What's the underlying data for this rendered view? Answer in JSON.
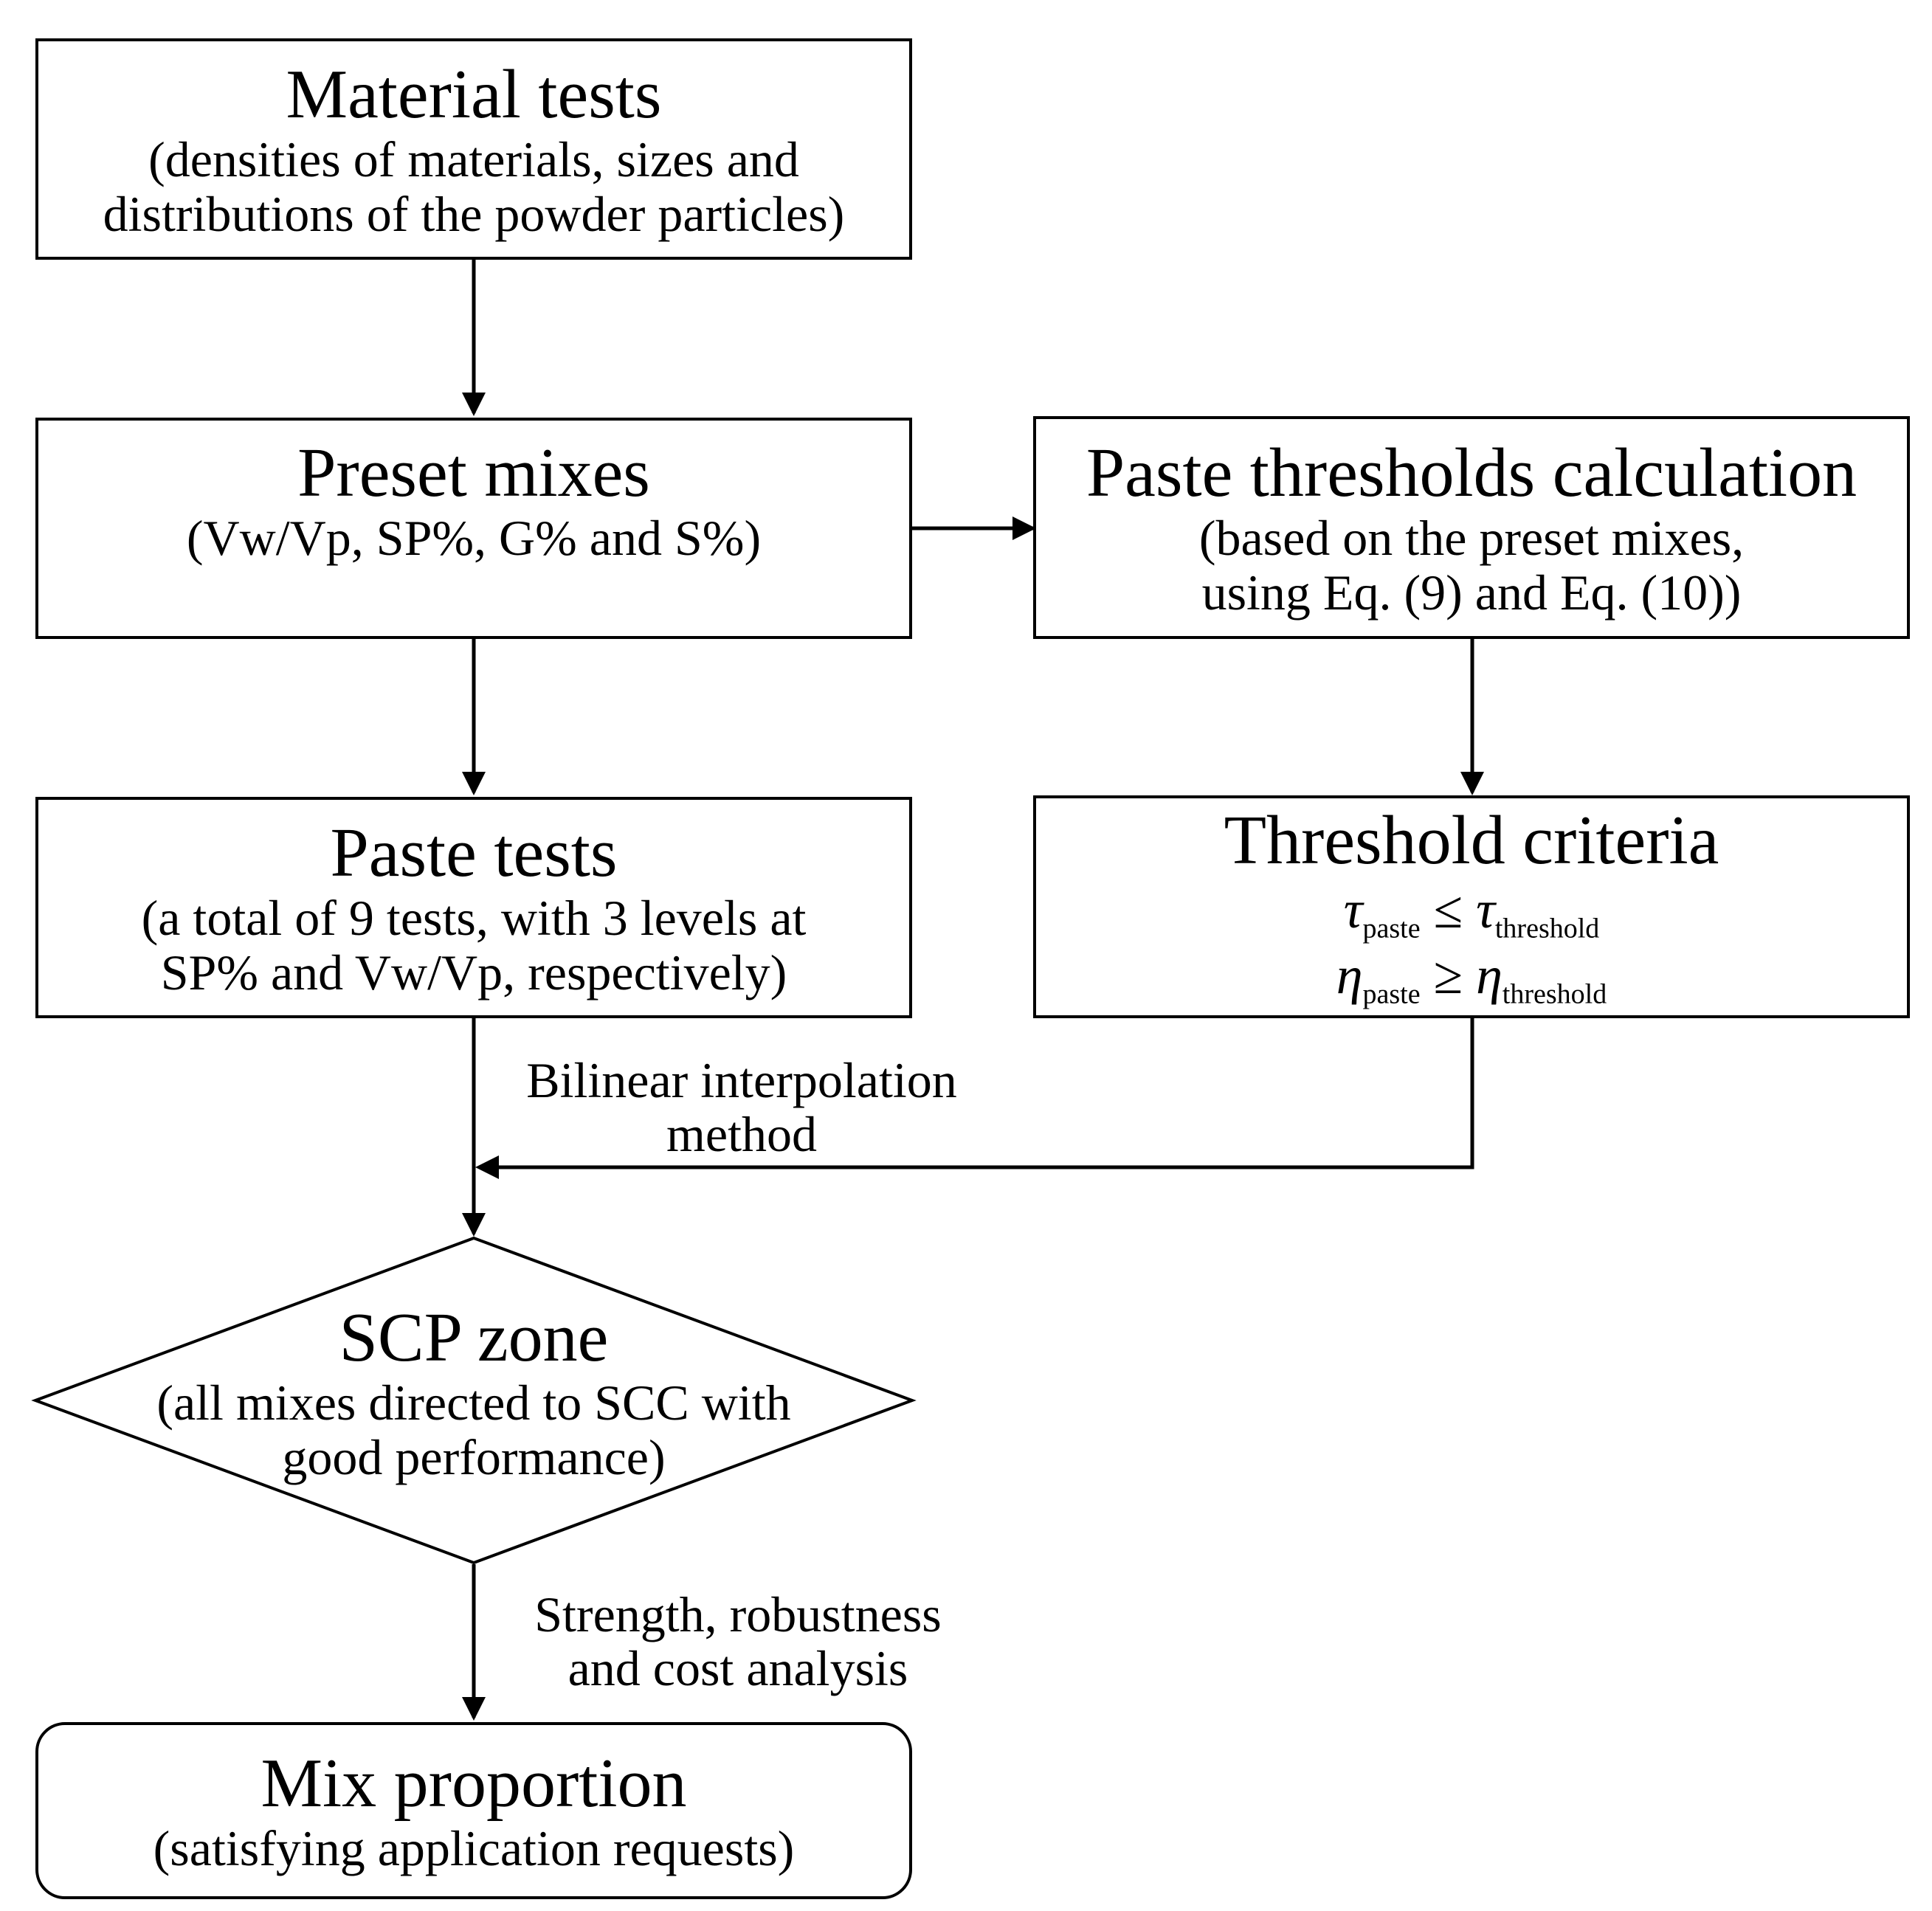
{
  "nodes": {
    "material_tests": {
      "title": "Material tests",
      "sub_line1": "(densities of materials, sizes and",
      "sub_line2": "distributions of the powder particles)"
    },
    "preset_mixes": {
      "title": "Preset mixes",
      "sub_line1": "(Vw/Vp, SP%, G% and S%)"
    },
    "paste_thresholds": {
      "title": "Paste thresholds calculation",
      "sub_line1": "(based on the preset mixes,",
      "sub_line2": "using Eq. (9) and Eq. (10))"
    },
    "paste_tests": {
      "title": "Paste tests",
      "sub_line1": "(a total of 9 tests, with 3 levels at",
      "sub_line2": "SP% and Vw/Vp, respectively)"
    },
    "threshold_criteria": {
      "title": "Threshold criteria",
      "formula1": {
        "symbol": "τ",
        "sub_left": "paste",
        "operator": "≤",
        "sub_right": "threshold"
      },
      "formula2": {
        "symbol": "η",
        "sub_left": "paste",
        "operator": "≥",
        "sub_right": "threshold"
      }
    },
    "scp_zone": {
      "title": "SCP zone",
      "sub_line1": "(all mixes directed to SCC with",
      "sub_line2": "good performance)"
    },
    "mix_proportion": {
      "title": "Mix proportion",
      "sub_line1": "(satisfying application requests)"
    }
  },
  "edge_labels": {
    "bilinear": {
      "line1": "Bilinear interpolation",
      "line2": "method"
    },
    "strength": {
      "line1": "Strength, robustness",
      "line2": "and cost analysis"
    }
  }
}
